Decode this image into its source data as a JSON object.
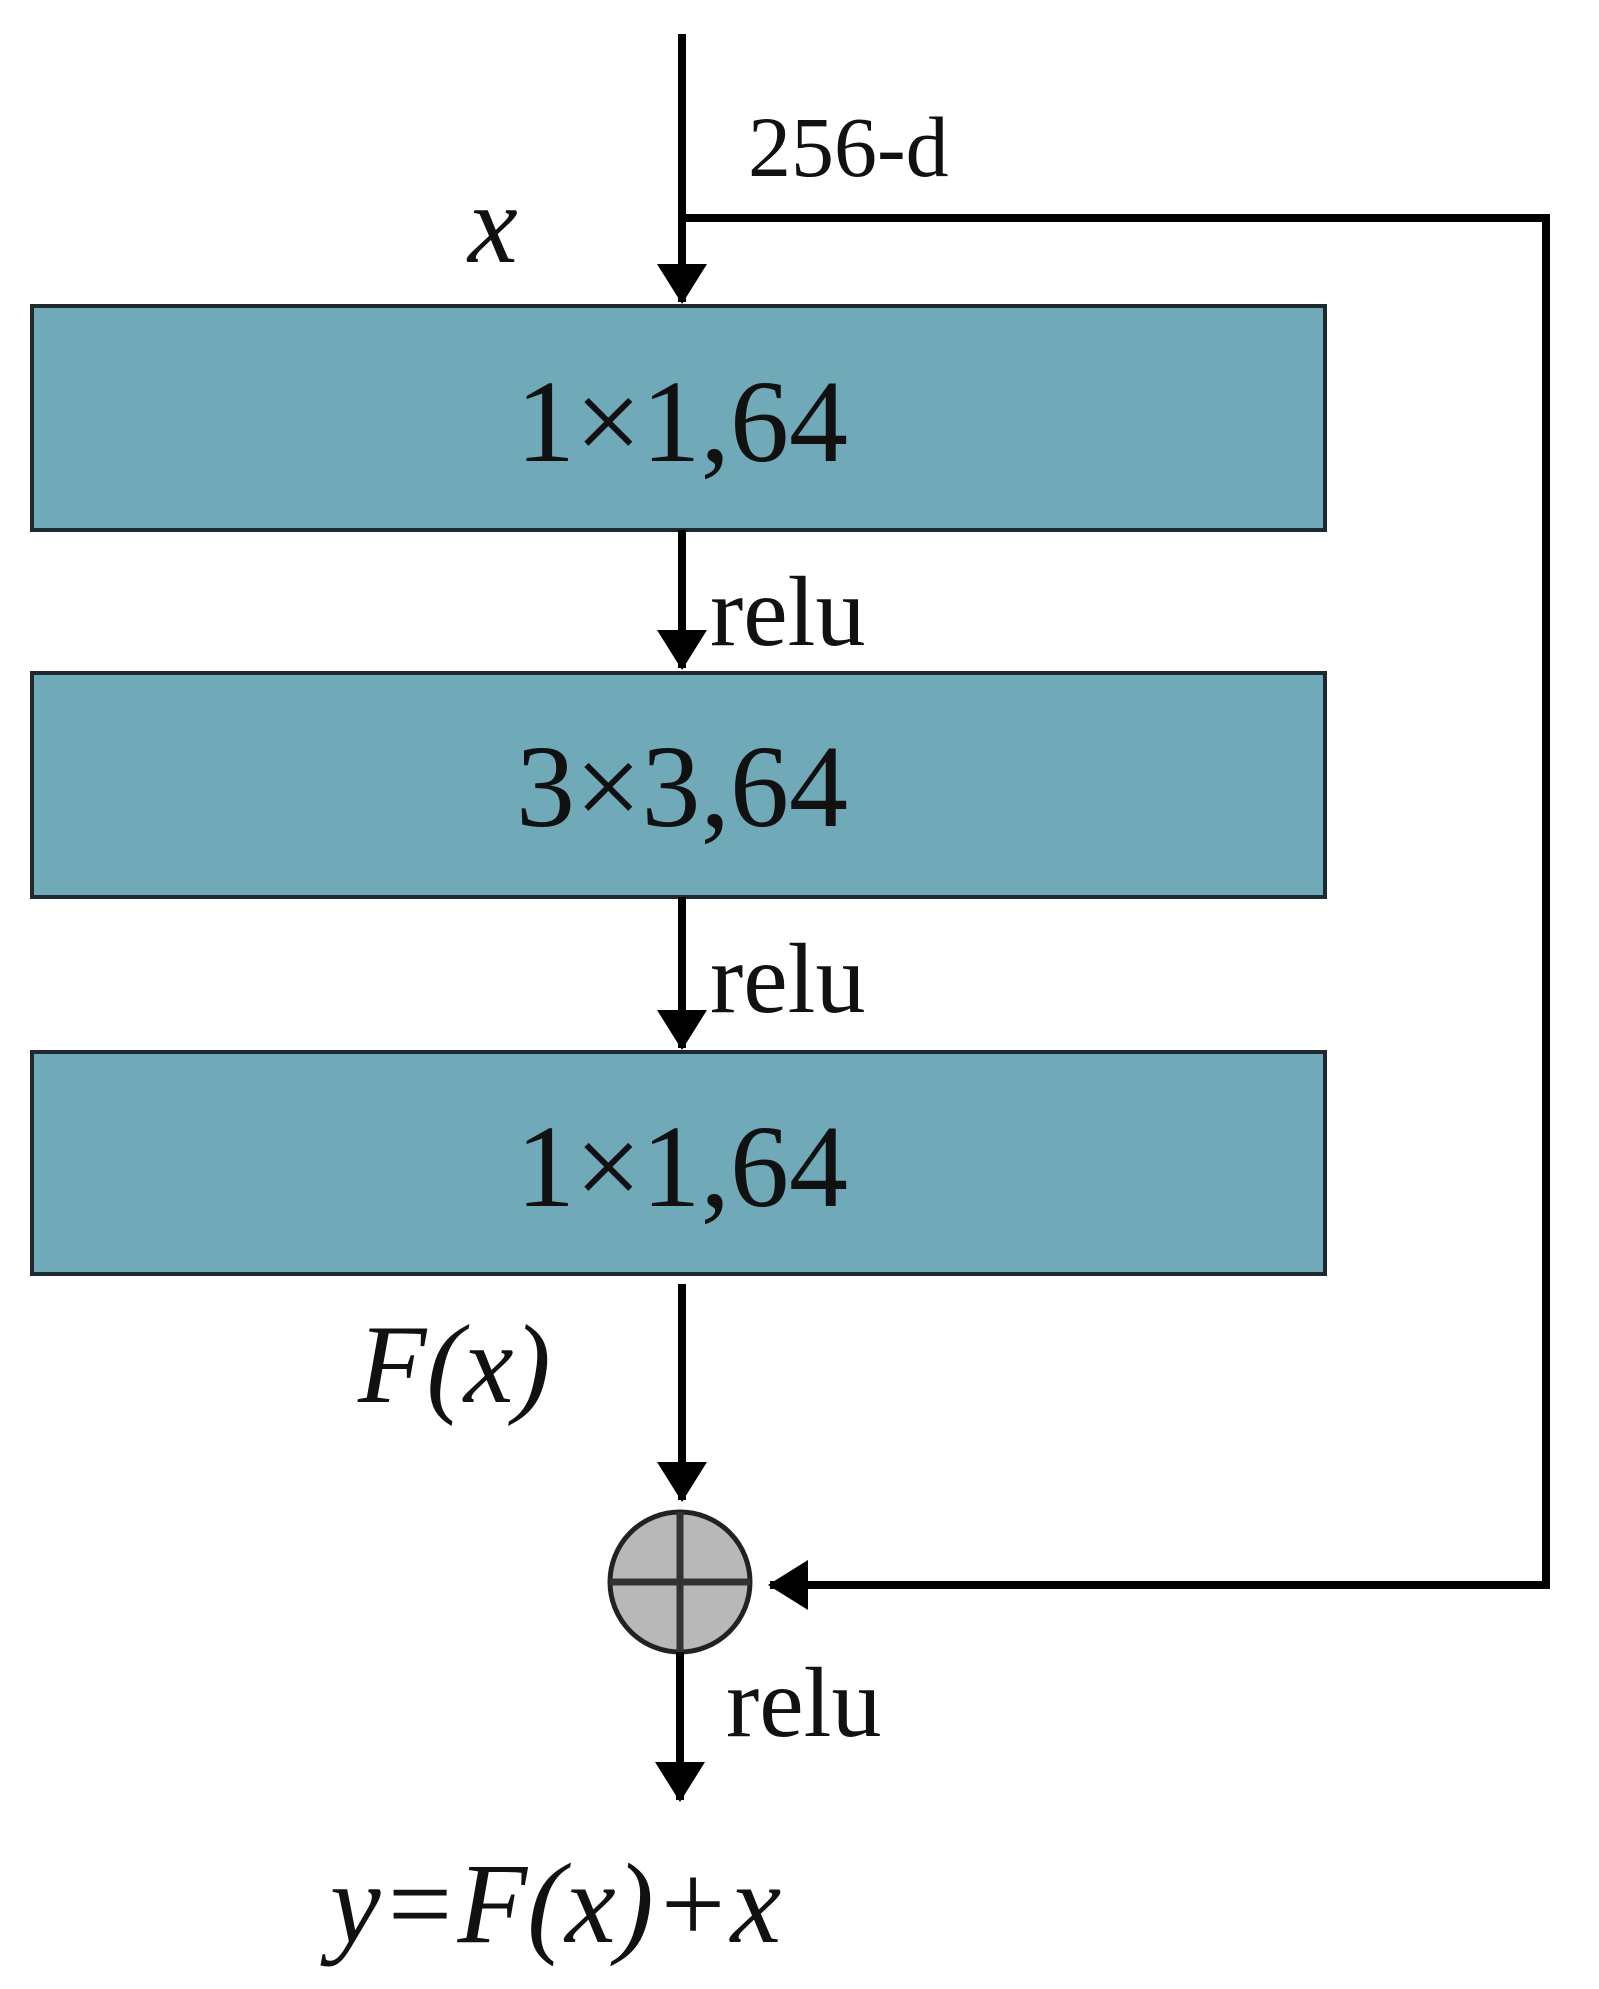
{
  "colors": {
    "block_fill": "#70aab8",
    "block_stroke": "#1e2a30",
    "line": "#000000",
    "adder_fill": "#b8b8b8"
  },
  "input": {
    "dim_label": "256-d",
    "var_label": "x"
  },
  "blocks": [
    {
      "label": "1×1,64"
    },
    {
      "label": "3×3,64"
    },
    {
      "label": "1×1,64"
    }
  ],
  "activations": [
    {
      "label": "relu"
    },
    {
      "label": "relu"
    }
  ],
  "residual": {
    "fx_label": "F(x)"
  },
  "adder": {
    "icon": "plus-circle-icon"
  },
  "output": {
    "activation_label": "relu",
    "equation": "y=F(x)+x"
  }
}
